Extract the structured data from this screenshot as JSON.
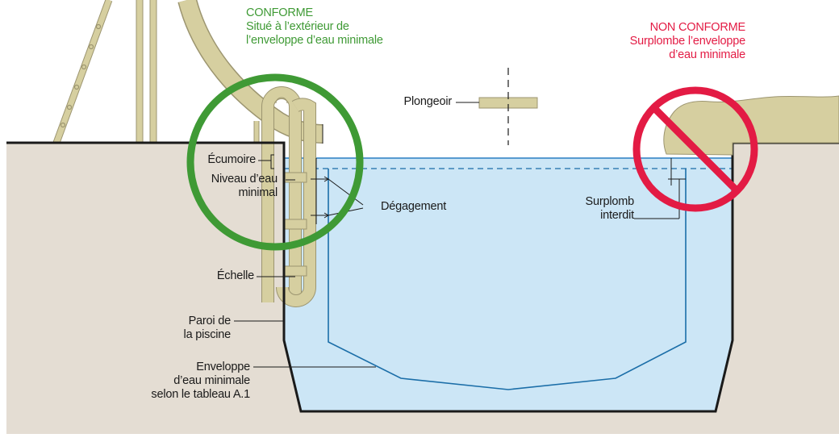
{
  "colors": {
    "ground": "#e4ddd3",
    "water": "#cce6f6",
    "water_line": "#2a7fc2",
    "envelope_line": "#1b6ea8",
    "wall": "#1a1a1a",
    "equipment": "#d6cfa0",
    "equipment_stroke": "#9c9570",
    "conforme": "#3f9a35",
    "non_conforme": "#e31b44"
  },
  "conforme": {
    "title": "CONFORME",
    "line1": "Situé à l’extérieur de",
    "line2": "l’enveloppe d’eau minimale"
  },
  "non_conforme": {
    "title": "NON CONFORME",
    "line1": "Surplombe l’enveloppe",
    "line2": "d’eau minimale"
  },
  "labels": {
    "plongeoir": "Plongeoir",
    "ecumoire": "Écumoire",
    "niveau_1": "Niveau d’eau",
    "niveau_2": "minimal",
    "degagement": "Dégagement",
    "surplomb_1": "Surplomb",
    "surplomb_2": "interdit",
    "echelle": "Échelle",
    "paroi_1": "Paroi de",
    "paroi_2": "la piscine",
    "enveloppe_1": "Enveloppe",
    "enveloppe_2": "d’eau minimale",
    "enveloppe_3": "selon le tableau A.1"
  }
}
